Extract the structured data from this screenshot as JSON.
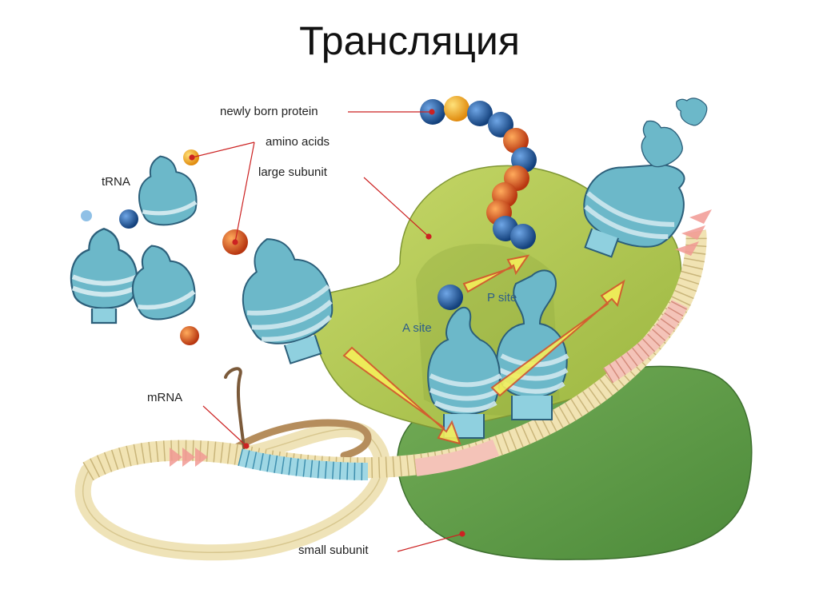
{
  "title": "Трансляция",
  "labels": {
    "newly_born_protein": "newly born protein",
    "amino_acids": "amino acids",
    "large_subunit": "large subunit",
    "trna": "tRNA",
    "mrna": "mRNA",
    "small_subunit": "small subunit",
    "a_site": "A site",
    "p_site": "P site"
  },
  "colors": {
    "large_subunit": "#b3c957",
    "small_subunit": "#5e9a47",
    "trna_body": "#6cb8c9",
    "trna_outline": "#2c5f7a",
    "amino_blue": "#1f5fa8",
    "amino_orange": "#e2631e",
    "amino_yellow": "#f5b81d",
    "arrow_fill": "#f4ef5a",
    "arrow_outline": "#d6562d",
    "leader_line": "#cc2222"
  }
}
